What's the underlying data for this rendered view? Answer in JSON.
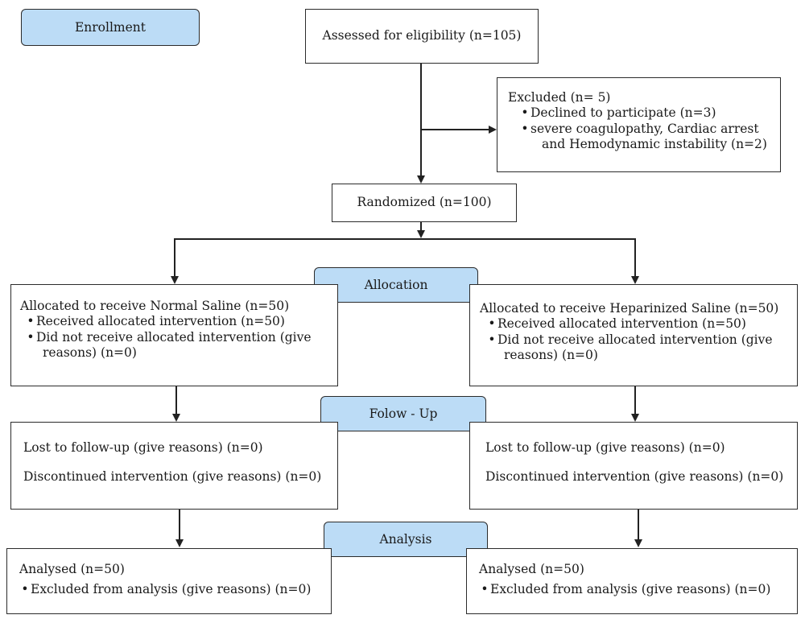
{
  "stages": {
    "enrollment": "Enrollment",
    "allocation": "Allocation",
    "followup": "Folow - Up",
    "analysis": "Analysis"
  },
  "assessed": "Assessed for eligibility (n=105)",
  "excluded": {
    "title": "Excluded (n= 5)",
    "items": [
      "Declined to participate (n=3)",
      "severe coagulopathy, Cardiac arrest",
      "and Hemodynamic instability (n=2)"
    ]
  },
  "randomized": "Randomized (n=100)",
  "left_arm": {
    "allocation_title": "Allocated to receive Normal Saline (n=50)",
    "received": "Received allocated intervention (n=50)",
    "not_received": "Did not receive allocated intervention (give",
    "not_received_cont": "reasons) (n=0)",
    "lost": "Lost to follow-up (give reasons) (n=0)",
    "discontinued": "Discontinued intervention (give reasons) (n=0)",
    "analysed": "Analysed (n=50)",
    "excluded_analysis": "Excluded from analysis (give reasons) (n=0)"
  },
  "right_arm": {
    "allocation_title": "Allocated to receive Heparinized Saline (n=50)",
    "received": "Received allocated intervention (n=50)",
    "not_received": "Did not receive allocated intervention (give",
    "not_received_cont": "reasons) (n=0)",
    "lost": "Lost to follow-up (give reasons) (n=0)",
    "discontinued": "Discontinued intervention (give reasons) (n=0)",
    "analysed": "Analysed (n=50)",
    "excluded_analysis": "Excluded from analysis (give reasons) (n=0)"
  },
  "colors": {
    "stage_fill": "#bcdcf6",
    "border": "#2b2b2b"
  }
}
